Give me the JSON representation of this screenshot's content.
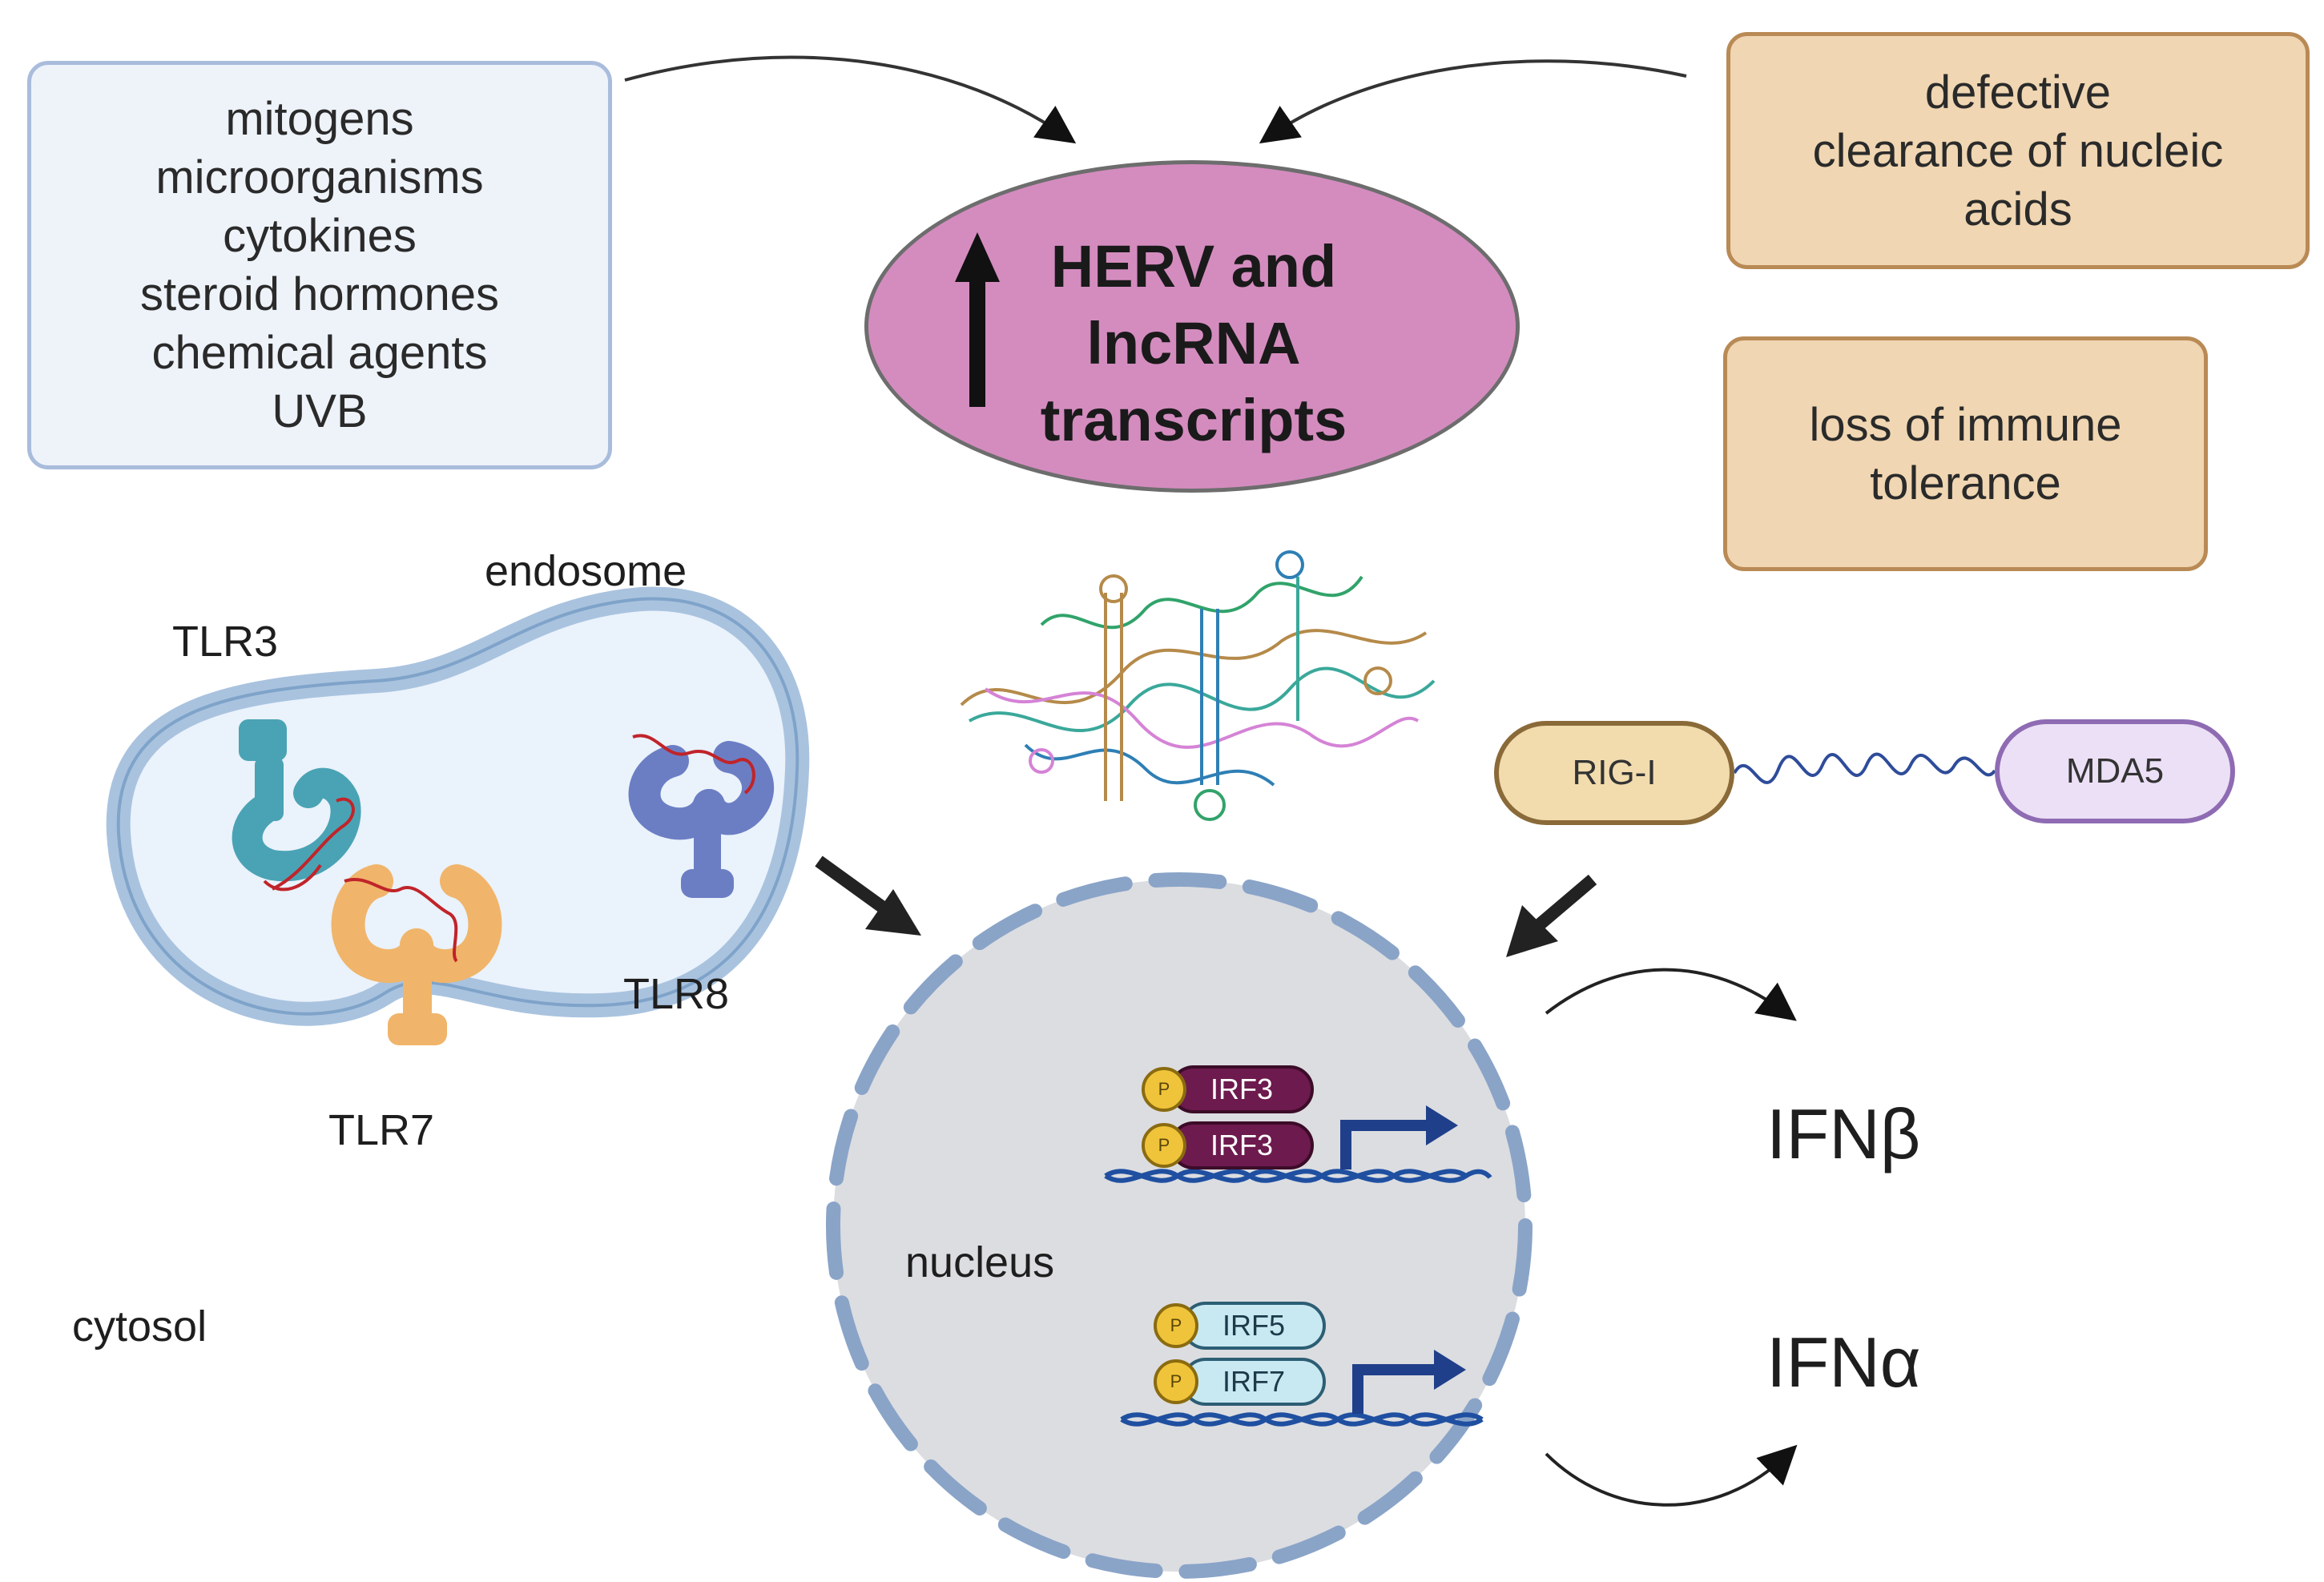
{
  "triggers": [
    "mitogens",
    "microorganisms",
    "cytokines",
    "steroid hormones",
    "chemical agents",
    "UVB"
  ],
  "herv": {
    "line1": "HERV and",
    "line2": "lncRNA",
    "line3": "transcripts"
  },
  "clearance": {
    "line1": "defective",
    "line2": "clearance of nucleic",
    "line3": "acids"
  },
  "tolerance": {
    "line1": "loss of immune",
    "line2": "tolerance"
  },
  "labels": {
    "endosome": "endosome",
    "tlr3": "TLR3",
    "tlr7": "TLR7",
    "tlr8": "TLR8",
    "cytosol": "cytosol",
    "nucleus": "nucleus",
    "rig_i": "RIG-I",
    "mda5": "MDA5",
    "ifn_beta": "IFNβ",
    "ifn_alpha": "IFNα"
  },
  "irf": {
    "top1": "IRF3",
    "top2": "IRF3",
    "bottom1": "IRF5",
    "bottom2": "IRF7",
    "phospho": "P"
  },
  "colors": {
    "trigger_fill": "#eef3fa",
    "trigger_border": "#a9bcdc",
    "tan_fill": "#f0d6b2",
    "tan_border": "#b98a55",
    "herv_fill": "#d48cbf",
    "nucleus_fill": "#dcdde1",
    "nucleus_border": "#8aa4c8",
    "tlr3": "#4aa3b4",
    "tlr7": "#f0b56a",
    "tlr8": "#6b7ec4",
    "dna": "#1f4fa0",
    "rna": "#c0242a"
  },
  "icons": [
    "up-arrow-icon",
    "rna-tangle-icon",
    "dna-helix-icon",
    "transcription-arrow-icon"
  ]
}
